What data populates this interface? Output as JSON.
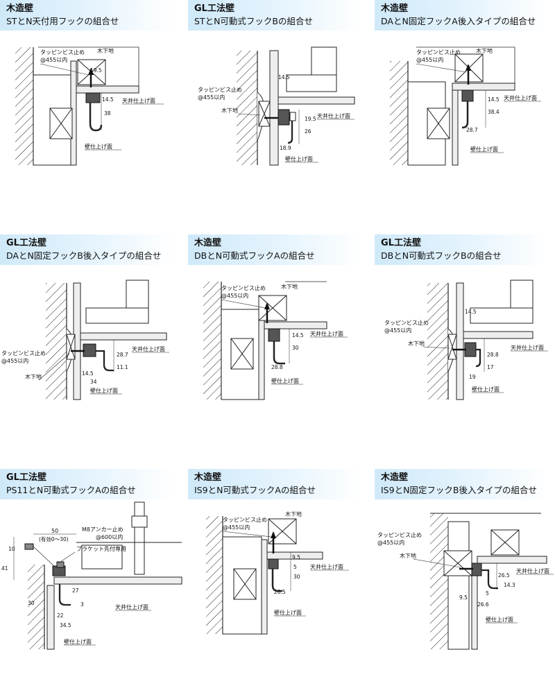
{
  "panels": [
    {
      "title": "木造壁",
      "subtitle": "STとN天付用フックの組合せ",
      "labels": {
        "screw": "タッピンビス止め",
        "pitch": "@455以内",
        "base": "木下地",
        "ceiling": "天井仕上げ面",
        "wall": "壁仕上げ面"
      },
      "dims": {
        "a": "19.5",
        "b": "14.5",
        "c": "38"
      }
    },
    {
      "title": "GL工法壁",
      "subtitle": "STとN可動式フックBの組合せ",
      "labels": {
        "screw": "タッピンビス止め",
        "pitch": "@455以内",
        "base": "木下地",
        "ceiling": "天井仕上げ面",
        "wall": "壁仕上げ面"
      },
      "dims": {
        "a": "14.5",
        "b": "19.5",
        "c": "26",
        "d": "18.9"
      }
    },
    {
      "title": "木造壁",
      "subtitle": "DAとN固定フックA後入タイプの組合せ",
      "labels": {
        "screw": "タッピンビス止め",
        "pitch": "@455以内",
        "base": "木下地",
        "ceiling": "天井仕上げ面",
        "wall": "壁仕上げ面"
      },
      "dims": {
        "a": "14.5",
        "b": "38.4",
        "c": "28.7"
      }
    },
    {
      "title": "GL工法壁",
      "subtitle": "DAとN固定フックB後入タイプの組合せ",
      "labels": {
        "screw": "タッピンビス止め",
        "pitch": "@455以内",
        "base": "木下地",
        "ceiling": "天井仕上げ面",
        "wall": "壁仕上げ面"
      },
      "dims": {
        "a": "28.7",
        "b": "11.1",
        "c": "14.5",
        "d": "34"
      }
    },
    {
      "title": "木造壁",
      "subtitle": "DBとN可動式フックAの組合せ",
      "labels": {
        "screw": "タッピンビス止め",
        "pitch": "@455以内",
        "base": "木下地",
        "ceiling": "天井仕上げ面",
        "wall": "壁仕上げ面"
      },
      "dims": {
        "a": "14.5",
        "b": "30",
        "c": "28.8"
      }
    },
    {
      "title": "GL工法壁",
      "subtitle": "DBとN可動式フックBの組合せ",
      "labels": {
        "screw": "タッピンビス止め",
        "pitch": "@455以内",
        "base": "木下地",
        "ceiling": "天井仕上げ面",
        "wall": "壁仕上げ面"
      },
      "dims": {
        "a": "14.5",
        "b": "28.8",
        "c": "17",
        "d": "19"
      }
    },
    {
      "title": "GL工法壁",
      "subtitle": "PS11とN可動式フックAの組合せ",
      "labels": {
        "anchor": "M8アンカー止め",
        "pitch": "@600以内",
        "bracket": "ブラケット先付専用",
        "effective": "(有効0～30)",
        "ceiling": "天井仕上げ面",
        "wall": "壁仕上げ面"
      },
      "dims": {
        "w50": "50",
        "h10": "10",
        "h41": "41",
        "h27": "27",
        "h3": "3",
        "h30": "30",
        "w22": "22",
        "w345": "34.5"
      }
    },
    {
      "title": "木造壁",
      "subtitle": "IS9とN可動式フックAの組合せ",
      "labels": {
        "screw": "タッピンビス止め",
        "pitch": "@455以内",
        "base": "木下地",
        "ceiling": "天井仕上げ面",
        "wall": "壁仕上げ面"
      },
      "dims": {
        "a": "9.5",
        "b": "5",
        "c": "30",
        "d": "26.5"
      }
    },
    {
      "title": "木造壁",
      "subtitle": "IS9とN固定フックB後入タイプの組合せ",
      "labels": {
        "screw": "タッピンビス止め",
        "pitch": "@455以内",
        "base": "木下地",
        "ceiling": "天井仕上げ面",
        "wall": "壁仕上げ面"
      },
      "dims": {
        "a": "26.5",
        "b": "14.3",
        "c": "5",
        "d": "9.5",
        "e": "26.6"
      }
    }
  ]
}
